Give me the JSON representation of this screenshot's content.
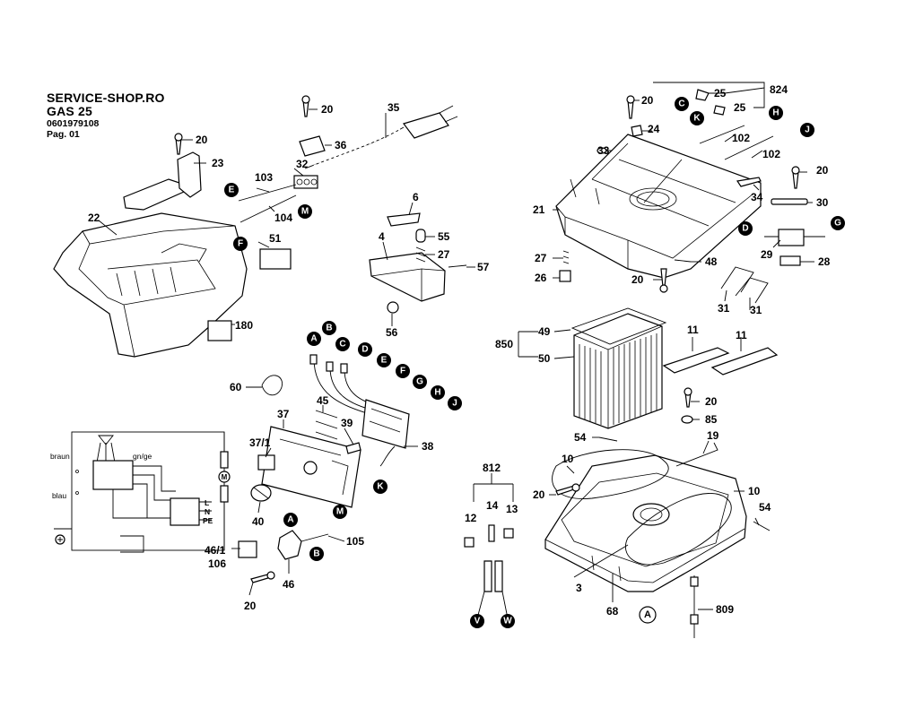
{
  "header": {
    "shop": "SERVICE-SHOP.RO",
    "model": "GAS 25",
    "part_number": "0601979108",
    "page": "Pag. 01"
  },
  "callouts": {
    "c20a": "20",
    "c23": "23",
    "c22": "22",
    "c180": "180",
    "c51": "51",
    "c20b": "20",
    "c35": "35",
    "c36": "36",
    "c32": "32",
    "c103": "103",
    "c104": "104",
    "c6": "6",
    "c4": "4",
    "c55": "55",
    "c27a": "27",
    "c57": "57",
    "c56": "56",
    "c60": "60",
    "c45": "45",
    "c37": "37",
    "c39": "39",
    "c38": "38",
    "c37_1": "37/1",
    "c40": "40",
    "c105": "105",
    "c46_1": "46/1",
    "c106": "106",
    "c46": "46",
    "c20c": "20",
    "c20d": "20",
    "c24": "24",
    "c25a": "25",
    "c25b": "25",
    "c824": "824",
    "c33": "33",
    "c102a": "102",
    "c102b": "102",
    "c21": "21",
    "c34": "34",
    "c20e": "20",
    "c30": "30",
    "c29": "29",
    "c28": "28",
    "c27b": "27",
    "c48": "48",
    "c26": "26",
    "c20f": "20",
    "c31a": "31",
    "c31b": "31",
    "c850": "850",
    "c49": "49",
    "c50": "50",
    "c11a": "11",
    "c11b": "11",
    "c20g": "20",
    "c85": "85",
    "c54a": "54",
    "c19": "19",
    "c10a": "10",
    "c10b": "10",
    "c812": "812",
    "c12": "12",
    "c14": "14",
    "c13": "13",
    "c20h": "20",
    "c54b": "54",
    "c3": "3",
    "c68": "68",
    "c809": "809"
  },
  "markers": {
    "A": "A",
    "B": "B",
    "C": "C",
    "D": "D",
    "E": "E",
    "F": "F",
    "G": "G",
    "H": "H",
    "J": "J",
    "K": "K",
    "M": "M",
    "V": "V",
    "W": "W"
  },
  "schematic": {
    "braun": "braun",
    "gn_ge": "gn/ge",
    "blau": "blau",
    "L": "L",
    "N": "N",
    "PE": "PE",
    "motor": "M"
  }
}
